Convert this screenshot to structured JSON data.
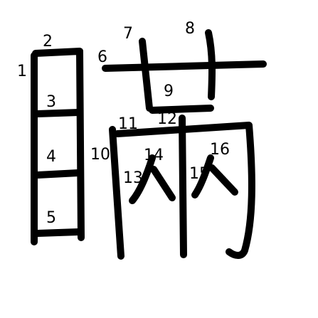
{
  "character": {
    "glyph": "瞞",
    "ink_color": "#000000",
    "label_color": "#000000",
    "background": "#ffffff",
    "stroke_count": 16,
    "strokes": [
      {
        "order": "1",
        "label": "1"
      },
      {
        "order": "2",
        "label": "2"
      },
      {
        "order": "3",
        "label": "3"
      },
      {
        "order": "4",
        "label": "4"
      },
      {
        "order": "5",
        "label": "5"
      },
      {
        "order": "6",
        "label": "6"
      },
      {
        "order": "7",
        "label": "7"
      },
      {
        "order": "8",
        "label": "8"
      },
      {
        "order": "9",
        "label": "9"
      },
      {
        "order": "10",
        "label": "10"
      },
      {
        "order": "11",
        "label": "11"
      },
      {
        "order": "12",
        "label": "12"
      },
      {
        "order": "13",
        "label": "13"
      },
      {
        "order": "14",
        "label": "14"
      },
      {
        "order": "15",
        "label": "15"
      },
      {
        "order": "16",
        "label": "16"
      }
    ]
  }
}
